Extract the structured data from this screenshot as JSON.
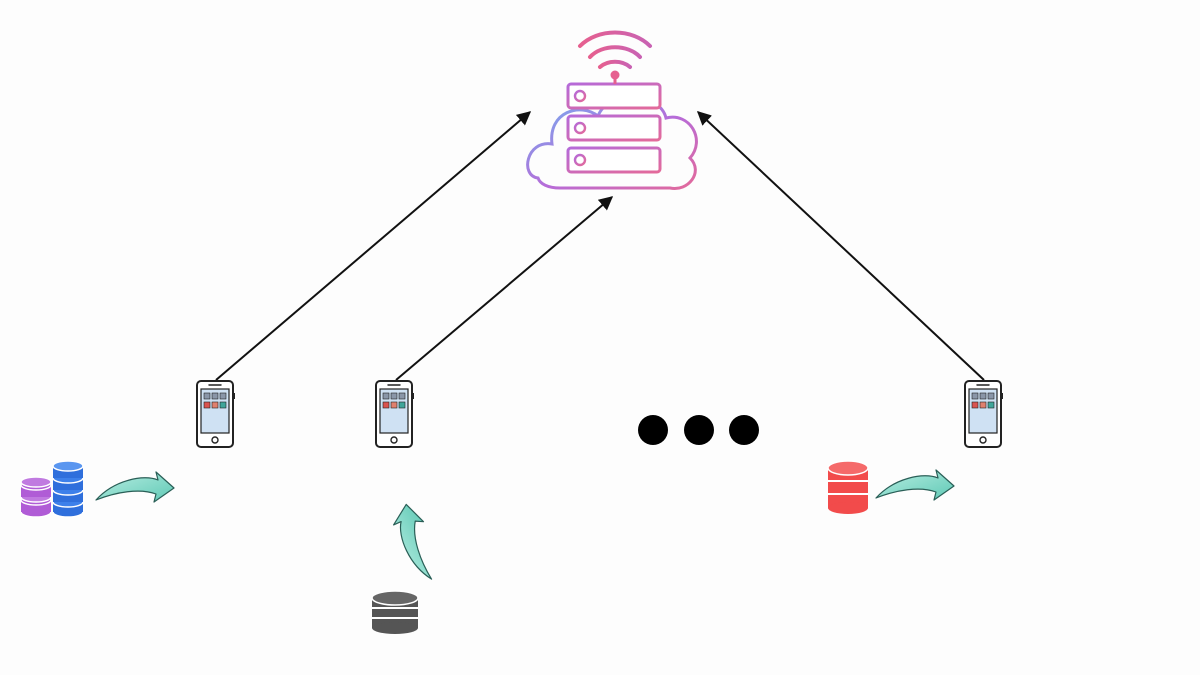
{
  "diagram": {
    "server": {
      "icon": "cloud-server-wifi-icon"
    },
    "clients": [
      {
        "id": "client-1",
        "icon": "smartphone-icon",
        "data_icon": "database-stack-icon",
        "data_colors": [
          "#b05cd6",
          "#2f6fdc"
        ]
      },
      {
        "id": "client-2",
        "icon": "smartphone-icon",
        "data_icon": "database-icon",
        "data_colors": [
          "#555555"
        ]
      },
      {
        "id": "client-n",
        "icon": "smartphone-icon",
        "data_icon": "database-icon",
        "data_colors": [
          "#f24b4b"
        ]
      }
    ],
    "ellipsis_icon": "ellipsis-dots-icon",
    "upload_arrow_color": "#000000",
    "data_arrow_color": "#7fd6c8"
  }
}
